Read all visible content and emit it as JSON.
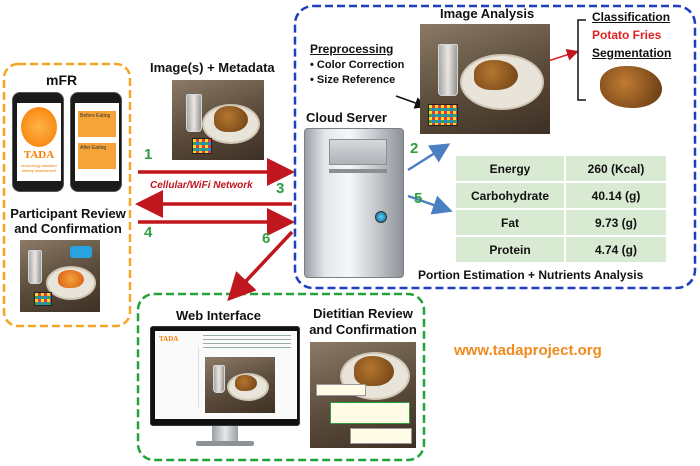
{
  "mfr": {
    "title": "mFR",
    "review_line1": "Participant Review",
    "review_line2": "and Confirmation"
  },
  "phone": {
    "logo": "TADA",
    "tagline": "technology assisted dietary assessment",
    "before_label": "Before Eating",
    "after_label": "After Eating"
  },
  "flow": {
    "images_metadata": "Image(s) + Metadata",
    "network": "Cellular/WiFi Network",
    "steps": [
      "1",
      "2",
      "3",
      "4",
      "5",
      "6"
    ]
  },
  "cloud": {
    "server_label": "Cloud Server",
    "image_analysis": "Image Analysis",
    "preprocessing": "Preprocessing",
    "pre_items": [
      "Color Correction",
      "Size Reference"
    ],
    "classification": "Classification",
    "class_result": "Potato Fries",
    "segmentation": "Segmentation",
    "portion_label": "Portion Estimation + Nutrients Analysis",
    "nutrients": [
      {
        "name": "Energy",
        "value": "260 (Kcal)"
      },
      {
        "name": "Carbohydrate",
        "value": "40.14 (g)"
      },
      {
        "name": "Fat",
        "value": "9.73 (g)"
      },
      {
        "name": "Protein",
        "value": "4.74 (g)"
      }
    ]
  },
  "web": {
    "title": "Web Interface",
    "dietitian_line1": "Dietitian Review",
    "dietitian_line2": "and Confirmation"
  },
  "url": "www.tadaproject.org",
  "colors": {
    "orange_dash": "#f5a524",
    "blue_dash": "#1f3fbf",
    "green_dash": "#22a33a",
    "red_arrow": "#c0161e",
    "blue_arrow": "#4a7fc1",
    "step_green": "#2e9e3e",
    "url_orange": "#f08a1c",
    "table_green": "#d9ead3"
  }
}
